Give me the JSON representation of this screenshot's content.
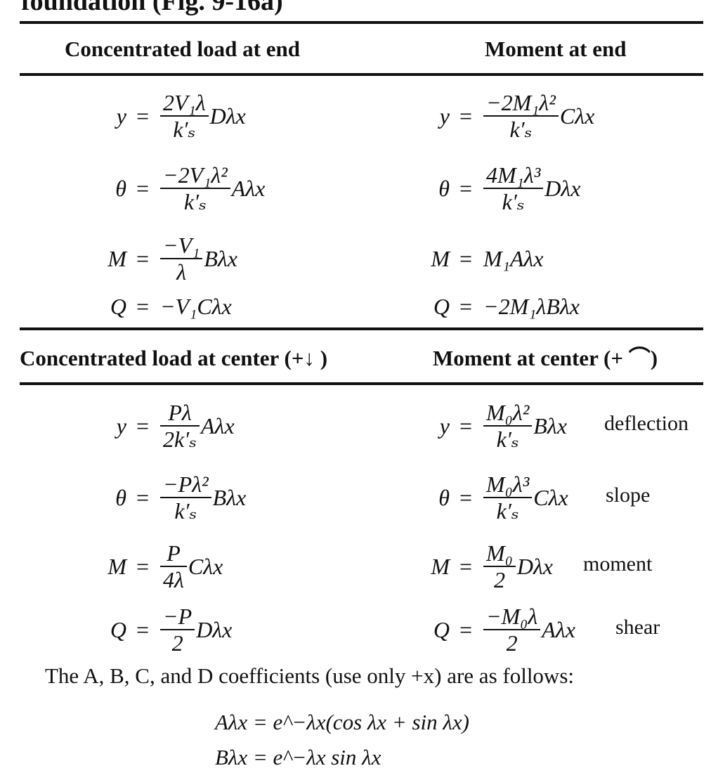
{
  "caption": "foundation (Fig. 9-16a)",
  "section_end": {
    "col1_header": "Concentrated load at end",
    "col2_header": "Moment at end",
    "col1_rows": [
      {
        "lhs": "y",
        "num": "2V₁λ",
        "den": "k′ₛ",
        "rest": "Dλx"
      },
      {
        "lhs": "θ",
        "num": "−2V₁λ²",
        "den": "k′ₛ",
        "rest": "Aλx"
      },
      {
        "lhs": "M",
        "num": "−V₁",
        "den": "λ",
        "rest": "Bλx"
      },
      {
        "lhs": "Q",
        "inline": "−V₁Cλx"
      }
    ],
    "col2_rows": [
      {
        "lhs": "y",
        "num": "−2M₁λ²",
        "den": "k′ₛ",
        "rest": "Cλx"
      },
      {
        "lhs": "θ",
        "num": "4M₁λ³",
        "den": "k′ₛ",
        "rest": "Dλx"
      },
      {
        "lhs": "M",
        "inline": "M₁Aλx"
      },
      {
        "lhs": "Q",
        "inline": "−2M₁λBλx"
      }
    ]
  },
  "section_center": {
    "col1_header": "Concentrated load at center (+↓ )",
    "col2_header": "Moment at center (+ ⌒)",
    "col1_rows": [
      {
        "lhs": "y",
        "num": "Pλ",
        "den": "2k′ₛ",
        "rest": "Aλx"
      },
      {
        "lhs": "θ",
        "num": "−Pλ²",
        "den": "k′ₛ",
        "rest": "Bλx"
      },
      {
        "lhs": "M",
        "num": "P",
        "den": "4λ",
        "rest": "Cλx"
      },
      {
        "lhs": "Q",
        "num": "−P",
        "den": "2",
        "rest": "Dλx"
      }
    ],
    "col2_rows": [
      {
        "lhs": "y",
        "num": "M₀λ²",
        "den": "k′ₛ",
        "rest": "Bλx",
        "label": "deflection"
      },
      {
        "lhs": "θ",
        "num": "M₀λ³",
        "den": "k′ₛ",
        "rest": "Cλx",
        "label": "slope"
      },
      {
        "lhs": "M",
        "num": "M₀",
        "den": "2",
        "rest": "Dλx",
        "label": "moment"
      },
      {
        "lhs": "Q",
        "num": "−M₀λ",
        "den": "2",
        "rest": "Aλx",
        "label": "shear"
      }
    ]
  },
  "note": "The A, B, C, and D coefficients (use only +x) are as follows:",
  "coefficients": [
    "Aλx = e^−λx(cos λx + sin λx)",
    "Bλx = e^−λx sin λx"
  ]
}
